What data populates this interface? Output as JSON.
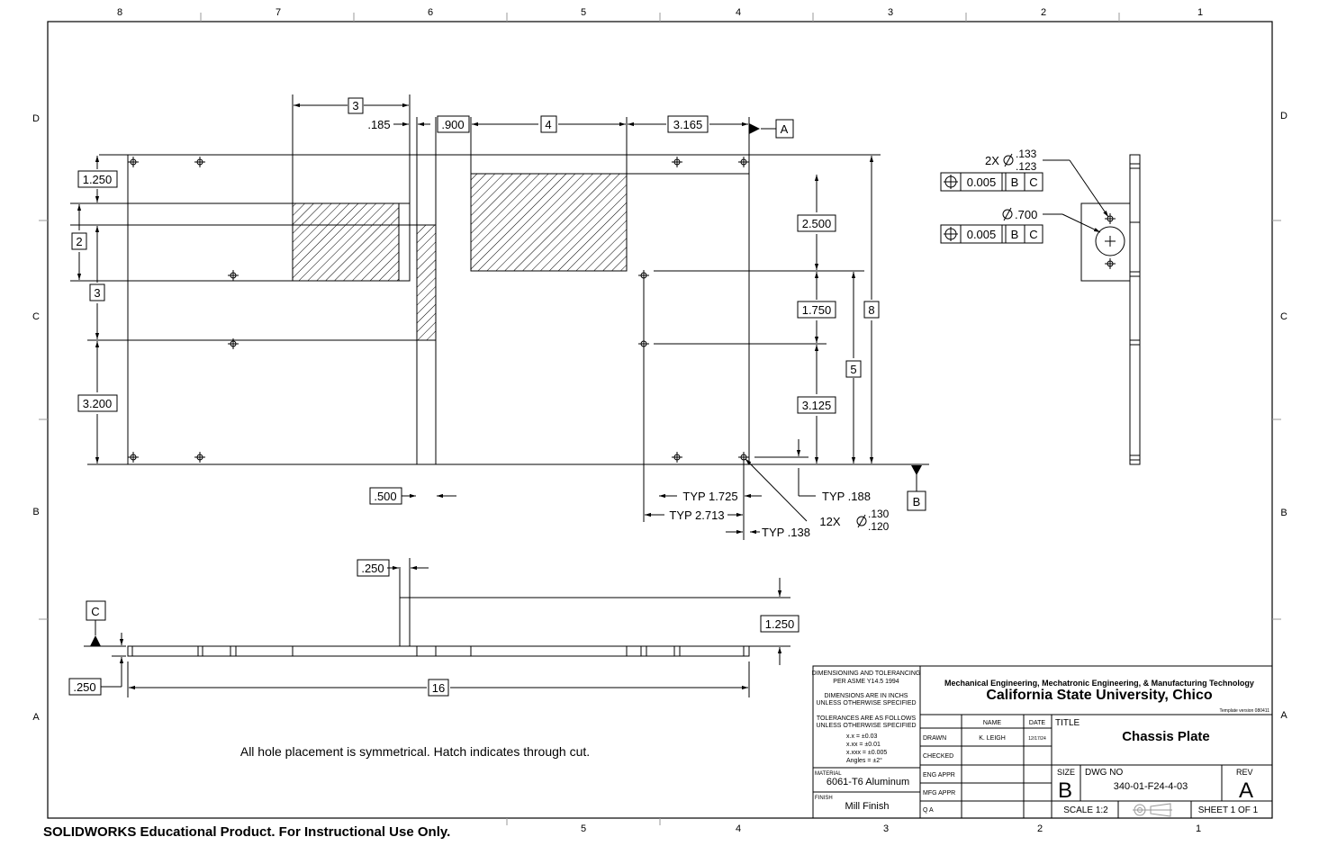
{
  "zones": {
    "cols": [
      "8",
      "7",
      "6",
      "5",
      "4",
      "3",
      "2",
      "1"
    ],
    "rows": [
      "D",
      "C",
      "B",
      "A"
    ]
  },
  "dims": {
    "top_3": "3",
    "d185": ".185",
    "d900": ".900",
    "top_4": "4",
    "d3165": "3.165",
    "datum_a": "A",
    "d1250": "1.250",
    "left_2": "2",
    "left_3": "3",
    "d3200": "3.200",
    "d2500": "2.500",
    "d1750": "1.750",
    "d3125": "3.125",
    "d5": "5",
    "d8": "8",
    "d500": ".500",
    "typ1725": "TYP 1.725",
    "typ2713": "TYP 2.713",
    "typ138": "TYP .138",
    "typ188": "TYP .188",
    "datum_b": "B",
    "hole12_prefix": "12X",
    "hole12_upper": ".130",
    "hole12_lower": ".120",
    "d250_top": ".250",
    "side_1250": "1.250",
    "datum_c": "C",
    "d250_side": ".250",
    "d16": "16"
  },
  "detail": {
    "hole2_prefix": "2X",
    "hole2_upper": ".133",
    "hole2_lower": ".123",
    "tol1": "0.005",
    "ref_b1": "B",
    "ref_c1": "C",
    "big_hole": ".700",
    "tol2": "0.005",
    "ref_b2": "B",
    "ref_c2": "C"
  },
  "note": "All hole placement is symmetrical. Hatch indicates through cut.",
  "watermark": "SOLIDWORKS Educational Product. For Instructional Use Only.",
  "title_block": {
    "tol_header1": "DIMENSIONING AND TOLERANCING",
    "tol_header2": "PER ASME Y14.5 1994",
    "units1": "DIMENSIONS ARE IN INCHS",
    "units2": "UNLESS OTHERWISE SPECIFIED",
    "tol_title1": "TOLERANCES ARE AS FOLLOWS",
    "tol_title2": "UNLESS OTHERWISE SPECIFIED",
    "tol_x": "x.x      = ±0.03",
    "tol_xx": "x.xx     = ±0.01",
    "tol_xxx": "x.xxx   = ±0.005",
    "tol_angle": "Angles = ±2°",
    "material_label": "MATERIAL",
    "material": "6061-T6 Aluminum",
    "finish_label": "FINISH",
    "finish": "Mill Finish",
    "dept": "Mechanical Engineering, Mechatronic Engineering, & Manufacturing Technology",
    "university": "California State University, Chico",
    "template": "Template version 080411",
    "col_name": "NAME",
    "col_date": "DATE",
    "row_drawn": "DRAWN",
    "drawn_name": "K. LEIGH",
    "drawn_date": "12/17/24",
    "row_checked": "CHECKED",
    "row_eng": "ENG APPR",
    "row_mfg": "MFG APPR",
    "row_qa": "Q A",
    "title_label": "TITLE",
    "title": "Chassis Plate",
    "size_label": "SIZE",
    "size": "B",
    "dwg_label": "DWG  NO",
    "dwg_no": "340-01-F24-4-03",
    "rev_label": "REV",
    "rev": "A",
    "scale": "SCALE  1:2",
    "sheet": "SHEET 1 OF 1"
  }
}
